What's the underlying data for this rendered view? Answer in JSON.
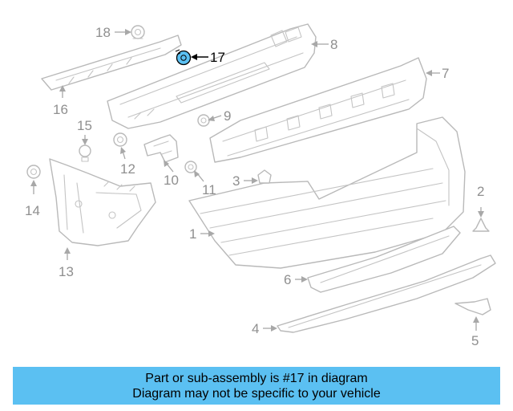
{
  "diagram": {
    "highlighted_part": "17",
    "highlight_color": "#5bc0f2",
    "callouts": {
      "c1": "1",
      "c2": "2",
      "c3": "3",
      "c4": "4",
      "c5": "5",
      "c6": "6",
      "c7": "7",
      "c8": "8",
      "c9": "9",
      "c10": "10",
      "c11": "11",
      "c12": "12",
      "c13": "13",
      "c14": "14",
      "c15": "15",
      "c16": "16",
      "c17": "17",
      "c18": "18"
    }
  },
  "banner": {
    "line1": "Part or sub-assembly is #17 in diagram",
    "line2": "Diagram may not be specific to your vehicle",
    "background": "#5bc0f2"
  }
}
